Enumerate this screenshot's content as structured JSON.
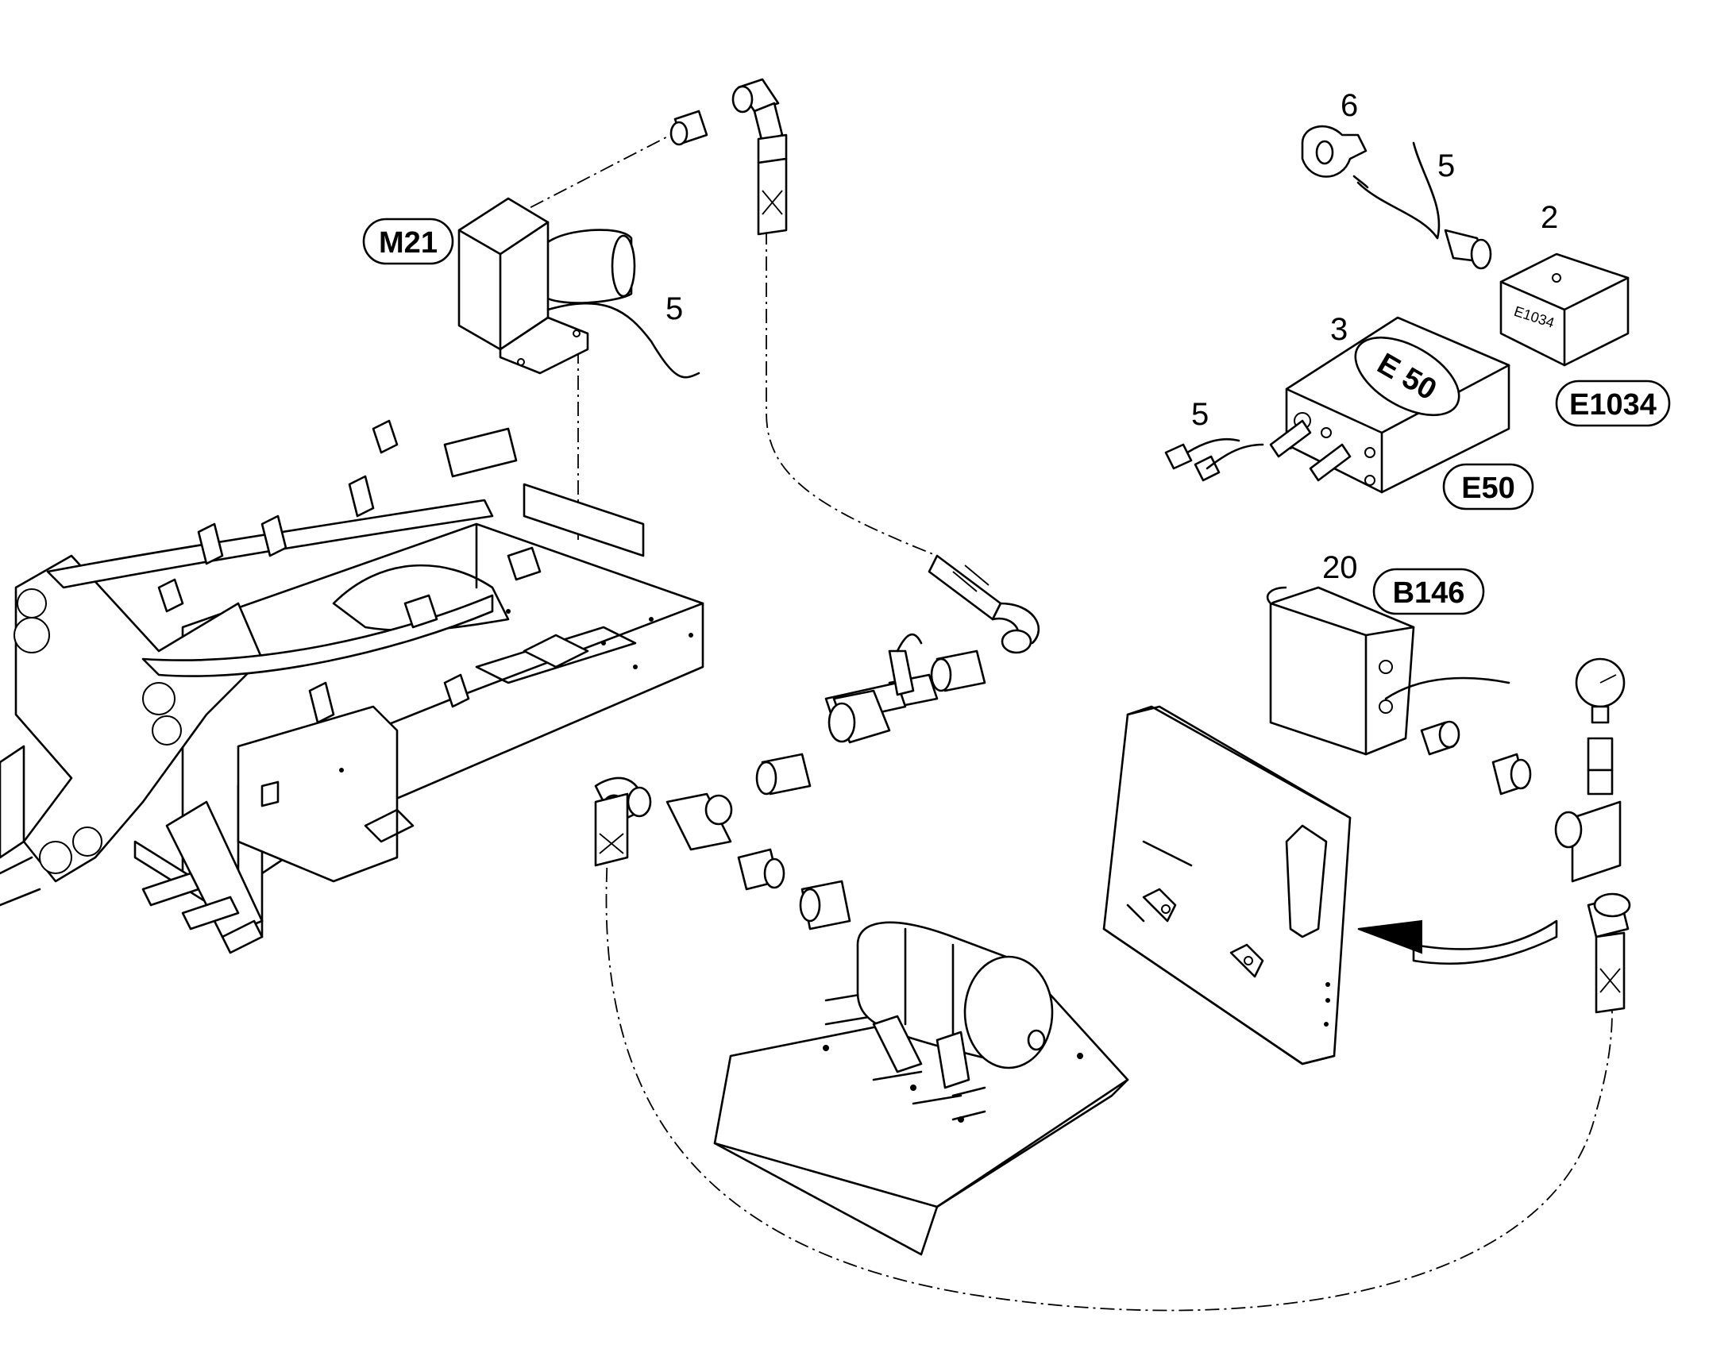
{
  "callouts": {
    "motor": "5",
    "clip": "6",
    "cable_top": "5",
    "box_e1034": "2",
    "box_e50": "3",
    "cable_e50": "5",
    "box_b146": "20"
  },
  "tags": {
    "m21": "M21",
    "e1034": "E1034",
    "e50": "E50",
    "b146": "B146"
  },
  "device_labels": {
    "e1034": "E1034",
    "e50": "E 50"
  },
  "icons": {
    "flow_arrow": "arrow-left-icon"
  }
}
